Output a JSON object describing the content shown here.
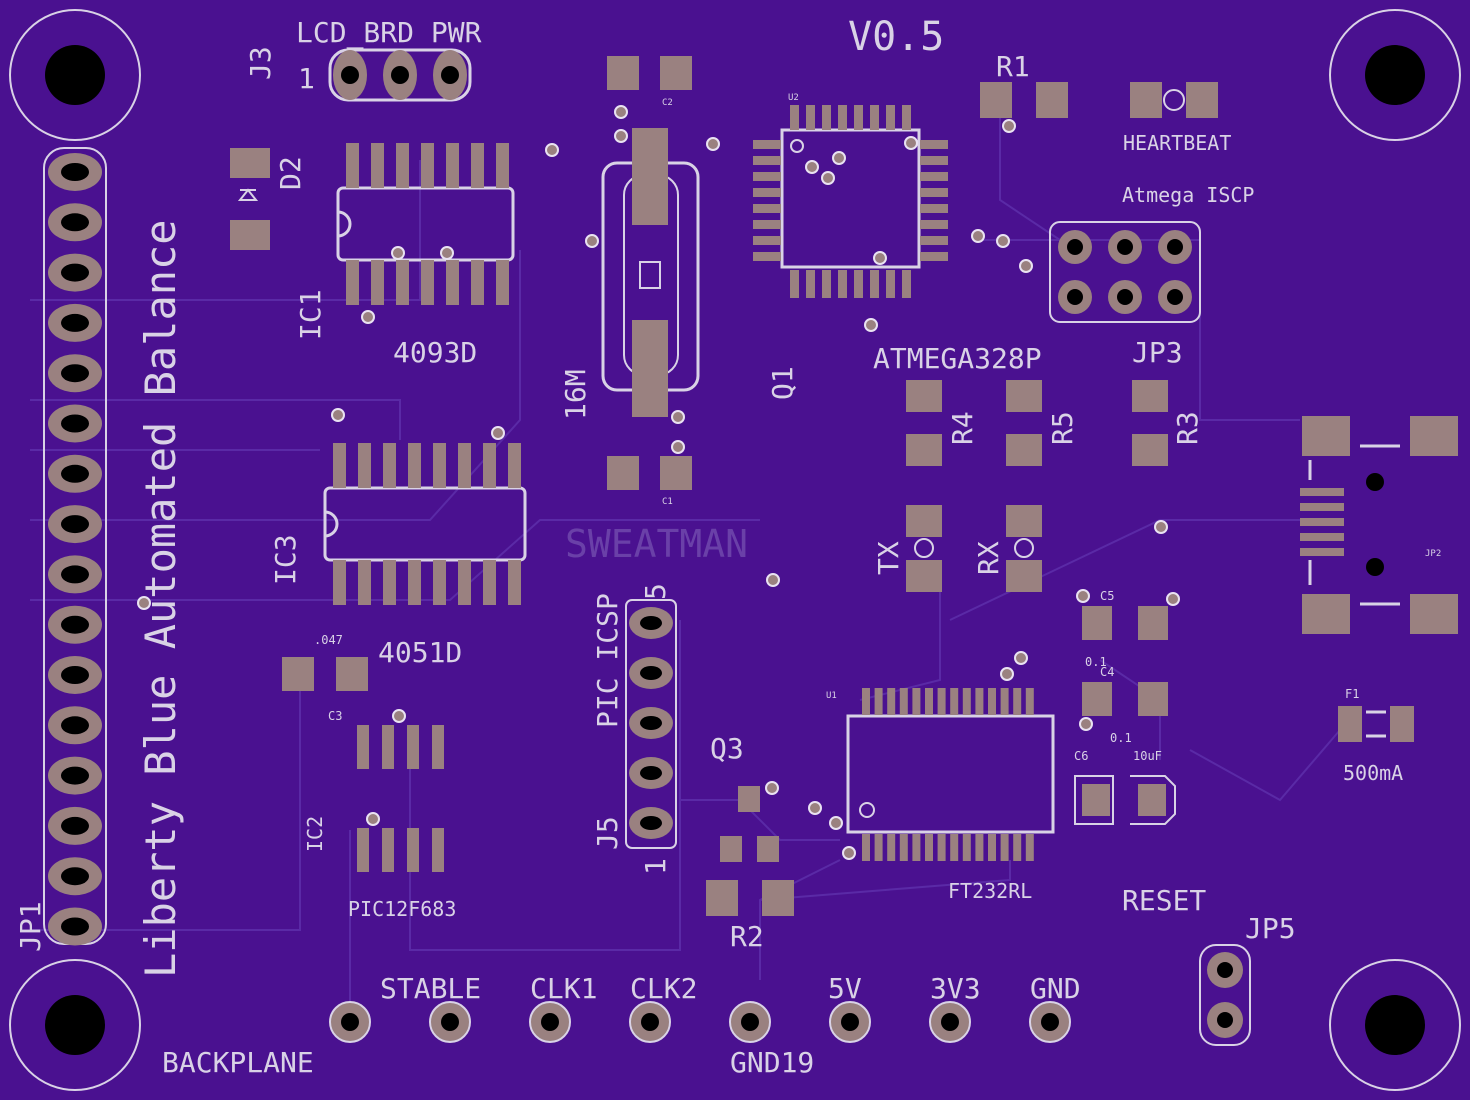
{
  "board": {
    "version": "V0.5",
    "title": "Liberty Blue Automated Balance",
    "watermark": "SWEATMAN"
  },
  "labels": {
    "j3": "J3",
    "lcd_pwr": "LCD_BRD PWR",
    "j3_pin1": "1",
    "d2": "D2",
    "ic1": "IC1",
    "ic1_part": "4093D",
    "ic3": "IC3",
    "ic3_part": "4051D",
    "c3_val": ".047",
    "c3": "C3",
    "ic2": "IC2",
    "ic2_part": "PIC12F683",
    "c2": "C2",
    "c1": "C1",
    "crystal": "16M",
    "q1": "Q1",
    "u2": "U2",
    "mcu": "ATMEGA328P",
    "r1": "R1",
    "heartbeat": "HEARTBEAT",
    "isp": "Atmega ISCP",
    "jp3": "JP3",
    "r4": "R4",
    "r5": "R5",
    "r3": "R3",
    "tx": "TX",
    "rx": "RX",
    "pic_icsp": "PIC ICSP",
    "j5": "J5",
    "j5_pin5": "5",
    "j5_pin1": "1",
    "q3": "Q3",
    "r2": "R2",
    "u1": "U1",
    "ftdi": "FT232RL",
    "c5": "C5",
    "c4": "C4",
    "c4_val": "0.1",
    "c5_val": "0.1",
    "c6": "C6",
    "c6_val": "10uF",
    "jp2": "JP2",
    "f1": "F1",
    "f1_val": "500mA",
    "reset": "RESET",
    "jp5": "JP5",
    "jp1": "JP1",
    "backplane": "BACKPLANE",
    "gnd19": "GND19",
    "stable": "STABLE",
    "clk1": "CLK1",
    "clk2": "CLK2",
    "v5": "5V",
    "v3v3": "3V3",
    "gnd": "GND"
  },
  "colors": {
    "board": "#4a1190",
    "silkscreen": "#d9d2e6",
    "copper_pad": "#9a8180"
  }
}
